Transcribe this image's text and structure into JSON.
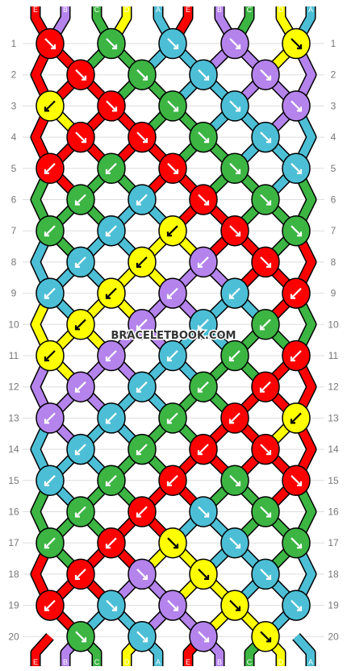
{
  "watermark": "BRACELETBOOK.COM",
  "strand_labels_top": [
    "E",
    "B",
    "C",
    "D",
    "A",
    "E",
    "B",
    "C",
    "D",
    "A"
  ],
  "strand_labels_bottom": [
    "E",
    "B",
    "C",
    "D",
    "A",
    "E",
    "B",
    "C",
    "D",
    "A"
  ],
  "row_numbers": [
    "1",
    "2",
    "3",
    "4",
    "5",
    "6",
    "7",
    "8",
    "9",
    "10",
    "11",
    "12",
    "13",
    "14",
    "15",
    "16",
    "17",
    "18",
    "19",
    "20"
  ],
  "colors": {
    "A": "#4cbfd6",
    "B": "#b583ec",
    "C": "#3cb543",
    "D": "#ffff00",
    "E": "#ff0000"
  },
  "knot_rows": [
    [
      "E:dr",
      "C:dr",
      "A:dr",
      "B:dr",
      "D:dr"
    ],
    [
      "E:dr",
      "C:dr",
      "A:dr",
      "B:dr"
    ],
    [
      "D:dl",
      "E:dr",
      "C:dr",
      "A:dr",
      "B:dr"
    ],
    [
      "E:dr",
      "E:dr",
      "C:dr",
      "A:dr"
    ],
    [
      "E:dl",
      "C:dl",
      "E:dr",
      "C:dr",
      "A:dr"
    ],
    [
      "C:dl",
      "A:dl",
      "E:dr",
      "C:dr"
    ],
    [
      "C:dl",
      "A:dl",
      "D:dl",
      "E:dr",
      "C:dr"
    ],
    [
      "A:dl",
      "D:dl",
      "B:dl",
      "E:dr"
    ],
    [
      "A:dl",
      "D:dl",
      "B:dl",
      "A:dl",
      "E:dl"
    ],
    [
      "D:dl",
      "B:dl",
      "A:dl",
      "C:dl"
    ],
    [
      "D:dl",
      "B:dl",
      "A:dl",
      "C:dl",
      "E:dl"
    ],
    [
      "B:dl",
      "A:dl",
      "C:dl",
      "E:dl"
    ],
    [
      "B:dl",
      "A:dl",
      "C:dl",
      "E:dl",
      "D:dl"
    ],
    [
      "A:dl",
      "C:dl",
      "E:dl",
      "E:dr"
    ],
    [
      "A:dl",
      "C:dl",
      "E:dl",
      "C:dr",
      "E:dr"
    ],
    [
      "C:dl",
      "E:dl",
      "A:dr",
      "C:dr"
    ],
    [
      "C:dl",
      "E:dl",
      "D:dr",
      "A:dr",
      "C:dr"
    ],
    [
      "E:dl",
      "B:dr",
      "D:dr",
      "A:dr"
    ],
    [
      "E:dl",
      "A:dr",
      "B:dr",
      "D:dr",
      "A:dr"
    ],
    [
      "C:dr",
      "A:dr",
      "B:dr",
      "D:dr"
    ]
  ]
}
